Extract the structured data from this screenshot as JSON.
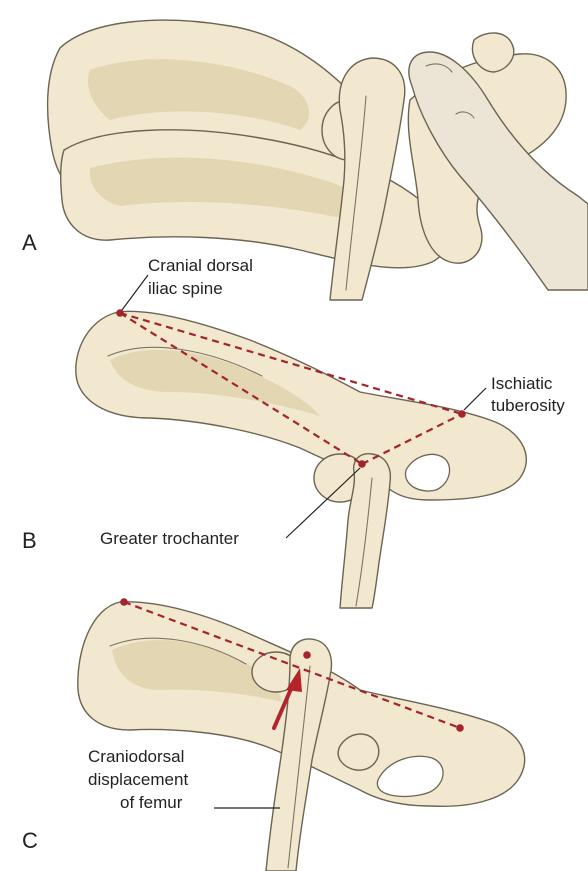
{
  "panels": {
    "a": {
      "letter": "A"
    },
    "b": {
      "letter": "B",
      "labels": {
        "cranial_dorsal_line1": "Cranial dorsal",
        "cranial_dorsal_line2": "iliac spine",
        "ischiatic_line1": "Ischiatic",
        "ischiatic_line2": "tuberosity",
        "greater_trochanter": "Greater trochanter"
      }
    },
    "c": {
      "letter": "C",
      "labels": {
        "displacement_line1": "Craniodorsal",
        "displacement_line2": "displacement",
        "displacement_line3": "of femur"
      }
    }
  },
  "colors": {
    "bone": "#f1e8cf",
    "outline": "#6b6452",
    "landmark_line": "#a3242c",
    "arrow": "#b3242b"
  }
}
